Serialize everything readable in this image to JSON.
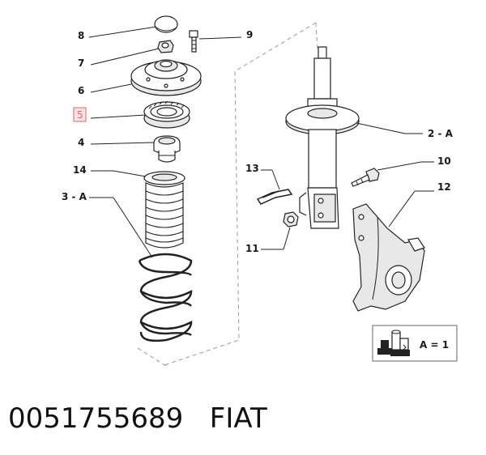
{
  "callouts": {
    "c8": "8",
    "c9": "9",
    "c7": "7",
    "c6": "6",
    "c5": "5",
    "c4": "4",
    "c14": "14",
    "c3a": "3 - A",
    "c2a": "2 - A",
    "c13": "13",
    "c10": "10",
    "c12": "12",
    "c11": "11"
  },
  "legend": {
    "text": "A = 1"
  },
  "caption": {
    "part_number": "0051755689",
    "brand": "FIAT"
  },
  "colors": {
    "highlight": "#d46a6a",
    "highlight_fill": "#fde3e3",
    "line": "#222222"
  }
}
